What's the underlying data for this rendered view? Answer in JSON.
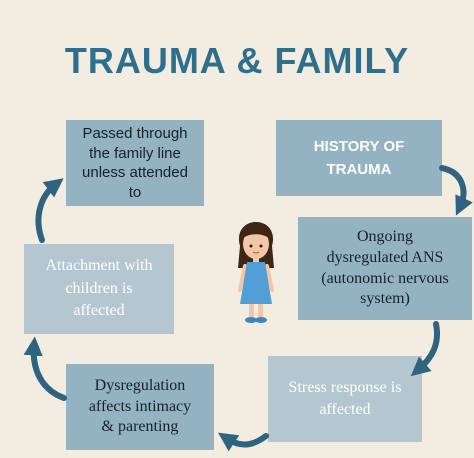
{
  "title": "TRAUMA & FAMILY",
  "nodes": {
    "passed": {
      "lines": [
        "Passed through",
        "the family line",
        "unless attended",
        "to"
      ]
    },
    "history": {
      "lines": [
        "HISTORY OF",
        "TRAUMA"
      ]
    },
    "ans": {
      "lines": [
        "Ongoing",
        "dysregulated ANS",
        "(autonomic nervous",
        "system)"
      ]
    },
    "stress": {
      "lines": [
        "Stress response is",
        "affected"
      ]
    },
    "dysregulation": {
      "lines": [
        "Dysregulation",
        "affects intimacy",
        "& parenting"
      ]
    },
    "attachment": {
      "lines": [
        "Attachment with",
        "children is",
        "affected"
      ]
    }
  },
  "colors": {
    "background": "#f3ece0",
    "title": "#2e6f8e",
    "box_dark": "#93b3c3",
    "box_light": "#b4c7d0",
    "arrow": "#2f6480",
    "dress": "#4f9fd6",
    "hair": "#3d2614",
    "skin": "#f2c6a6"
  },
  "icons": [
    "girl-figure",
    "cycle-arrows"
  ]
}
